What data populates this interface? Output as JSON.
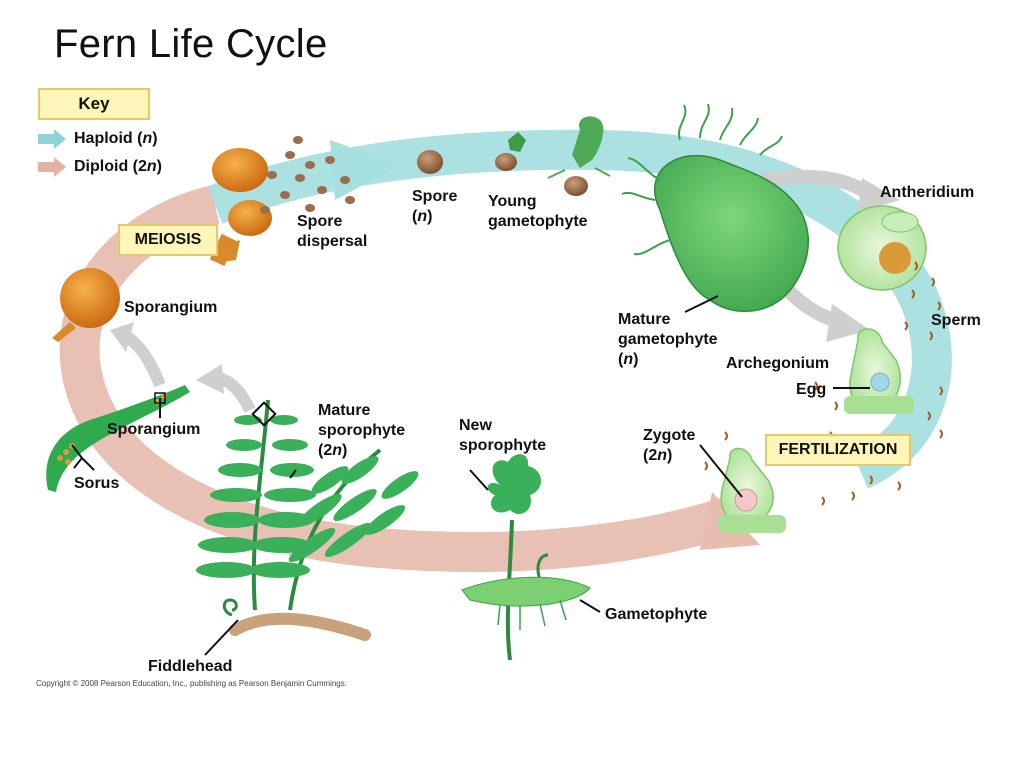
{
  "title": "Fern Life Cycle",
  "key": {
    "heading": "Key",
    "haploid_label": "Haploid (",
    "haploid_sym": "n",
    "haploid_close": ")",
    "diploid_label": "Diploid (2",
    "diploid_sym": "n",
    "diploid_close": ")",
    "haploid_color": "#8fd4d4",
    "diploid_color": "#e4b2a4"
  },
  "stages": {
    "meiosis": "MEIOSIS",
    "fertilization": "FERTILIZATION"
  },
  "labels": {
    "spore_line1": "Spore",
    "spore_line2_open": "(",
    "spore_sym": "n",
    "spore_line2_close": ")",
    "young_gametophyte_line1": "Young",
    "young_gametophyte_line2": "gametophyte",
    "spore_dispersal_line1": "Spore",
    "spore_dispersal_line2": "dispersal",
    "antheridium": "Antheridium",
    "sporangium_top": "Sporangium",
    "mature_gametophyte_line1": "Mature",
    "mature_gametophyte_line2": "gametophyte",
    "mature_gametophyte_open": "(",
    "mature_gametophyte_sym": "n",
    "mature_gametophyte_close": ")",
    "sperm": "Sperm",
    "archegonium": "Archegonium",
    "egg": "Egg",
    "mature_sporophyte_line1": "Mature",
    "mature_sporophyte_line2": "sporophyte",
    "mature_sporophyte_open": "(2",
    "mature_sporophyte_sym": "n",
    "mature_sporophyte_close": ")",
    "new_sporophyte_line1": "New",
    "new_sporophyte_line2": "sporophyte",
    "zygote_line1": "Zygote",
    "zygote_open": "(2",
    "zygote_sym": "n",
    "zygote_close": ")",
    "sporangium_bottom": "Sporangium",
    "sorus": "Sorus",
    "gametophyte": "Gametophyte",
    "fiddlehead": "Fiddlehead"
  },
  "copyright": "Copyright © 2008 Pearson Education, Inc., publishing as Pearson Benjamin Cummings."
}
